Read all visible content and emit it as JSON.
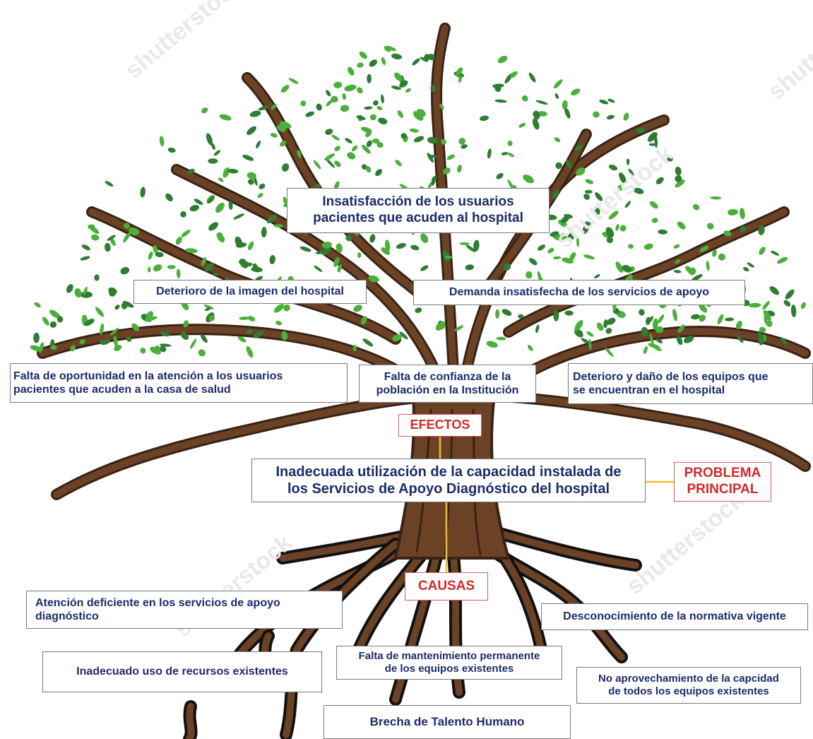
{
  "watermark": "shutterstock",
  "colors": {
    "trunk": "#6b4226",
    "trunk_dark": "#3a2314",
    "leaf": "#4caf3c",
    "leaf_dark": "#2e7d32",
    "root_shadow": "#111111",
    "text": "#1f2a6b",
    "label_red": "#d02a2a",
    "connector": "#f2c12e"
  },
  "effects": {
    "top": "Insatisfacción de los usuarios\npacientes que acuden al hospital",
    "left": "Deterioro de la imagen del hospital",
    "right": "Demanda insatisfecha de los servicios de apoyo",
    "lower_left": "Falta de oportunidad en la atención a los usuarios\npacientes que acuden a la casa de salud",
    "lower_center": "Falta de confianza de la\npoblación en la Institución",
    "lower_right": "Deterioro y daño de los equipos que\nse encuentran en el hospital"
  },
  "label_effects": "EFECTOS",
  "main_problem": "Inadecuada utilización de la capacidad instalada de\nlos Servicios de Apoyo Diagnóstico  del hospital",
  "label_problem": "PROBLEMA\nPRINCIPAL",
  "label_causes": "CAUSAS",
  "causes": {
    "attention": "Atención deficiente en los servicios de apoyo\ndiagnóstico",
    "normativa": "Desconocimiento de la normativa vigente",
    "mantenimiento": "Falta de mantenimiento permanente\nde los equipos existentes",
    "recursos": "Inadecuado uso de recursos existentes",
    "aprovechamiento": "No aprovechamiento de la capcidad\nde todos los equipos existentes",
    "talento": "Brecha de Talento Humano"
  }
}
